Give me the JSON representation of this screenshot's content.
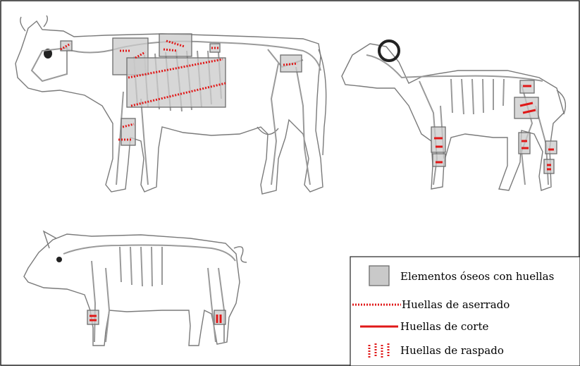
{
  "legend": {
    "items": [
      {
        "key": "box",
        "label": "Elementos óseos con huellas"
      },
      {
        "key": "sawing",
        "label": "Huellas de aserrado"
      },
      {
        "key": "cut",
        "label": "Huellas de corte"
      },
      {
        "key": "scrape",
        "label": "Huellas de raspado"
      }
    ]
  },
  "colors": {
    "mark_red": "#e01818",
    "box_fill": "#c9c9c9",
    "box_stroke": "#6d6d6d",
    "outline": "#7a7a7a",
    "bone": "#9a9a9a"
  },
  "animals": [
    {
      "name": "cattle-icon"
    },
    {
      "name": "sheep-icon"
    },
    {
      "name": "pig-icon"
    }
  ]
}
